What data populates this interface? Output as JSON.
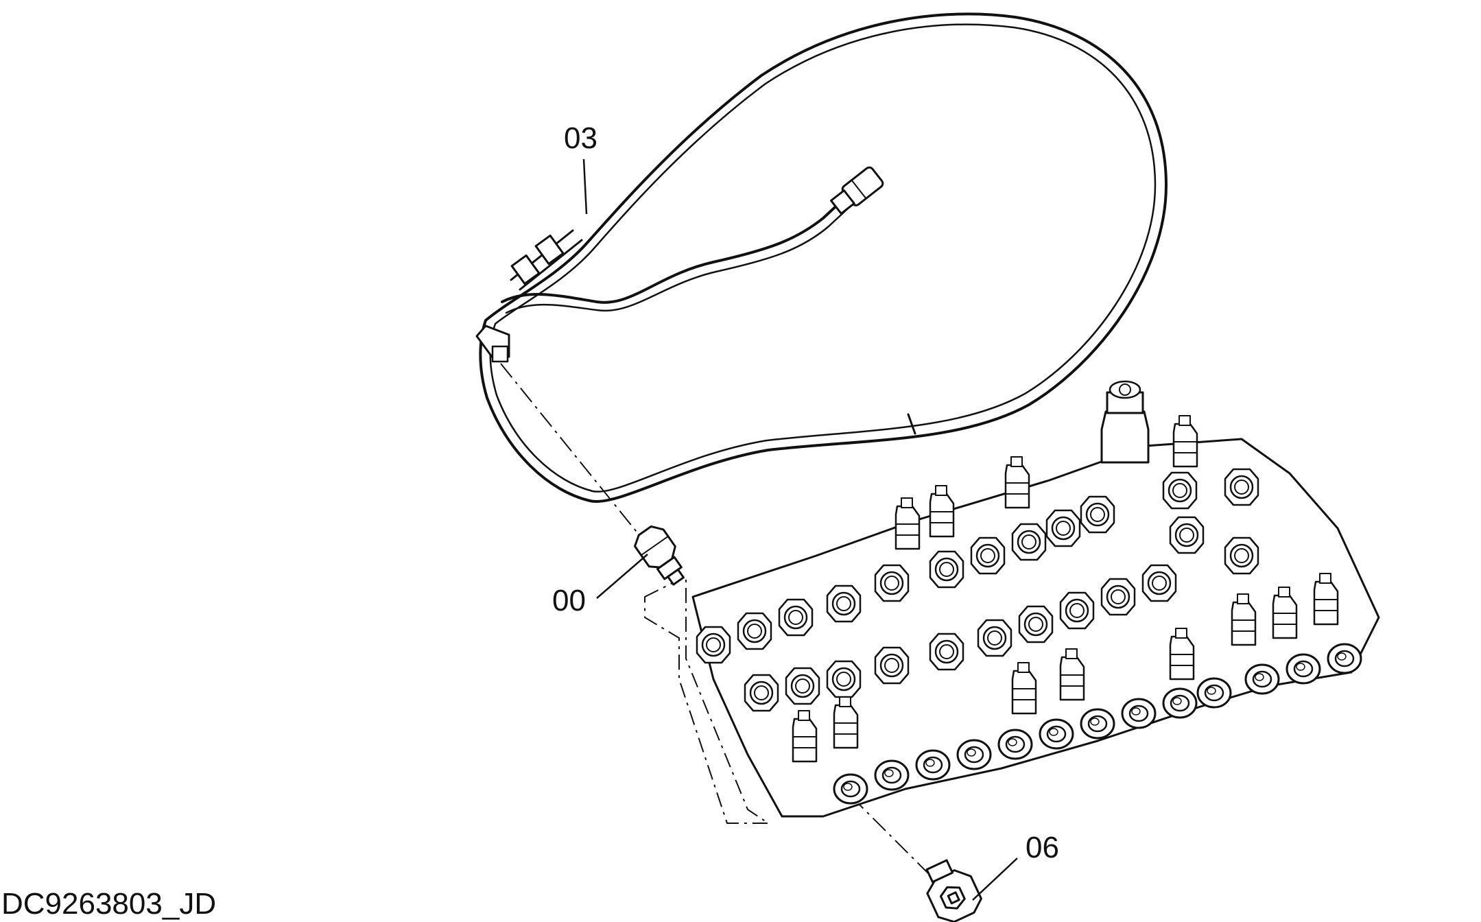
{
  "diagram": {
    "callouts": [
      {
        "label": "03",
        "part": "wire-harness"
      },
      {
        "label": "00",
        "part": "pressure-sensor"
      },
      {
        "label": "06",
        "part": "pressure-sensor-lower"
      }
    ],
    "drawing_id": "DC9263803_JD"
  }
}
